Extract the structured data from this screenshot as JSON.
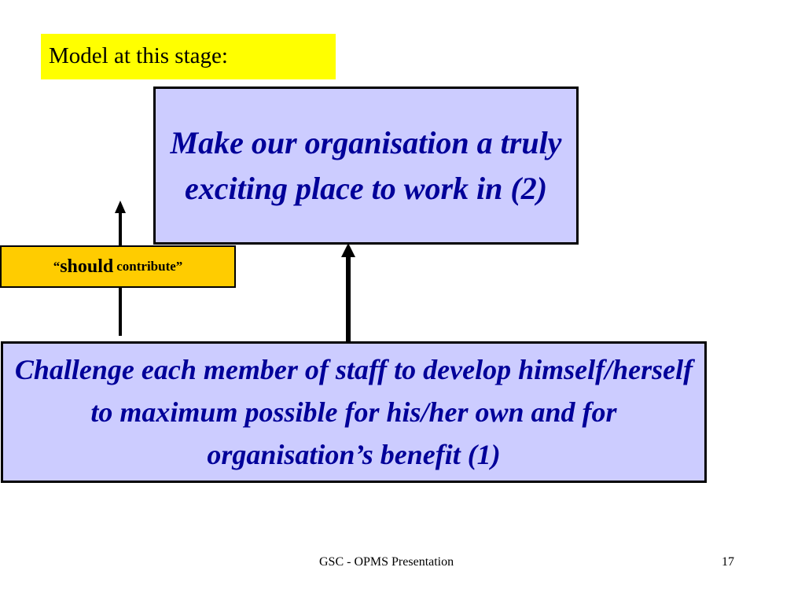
{
  "header": {
    "label": "Model at this stage:"
  },
  "goals": {
    "top": "Make our organisation a truly exciting place to work in (2)",
    "bottom": "Challenge each member of staff to develop himself/herself to maximum possible for his/her own and for organisation’s benefit (1)"
  },
  "relation": {
    "open_quote": "“",
    "word_big": "should",
    "word_small": "contribute",
    "close_quote": "”"
  },
  "footer": {
    "title": "GSC - OPMS Presentation",
    "page_number": "17"
  },
  "colors": {
    "goal_fill": "#ccccff",
    "goal_text": "#000099",
    "header_fill": "#ffff00",
    "relation_fill": "#ffcc00"
  }
}
